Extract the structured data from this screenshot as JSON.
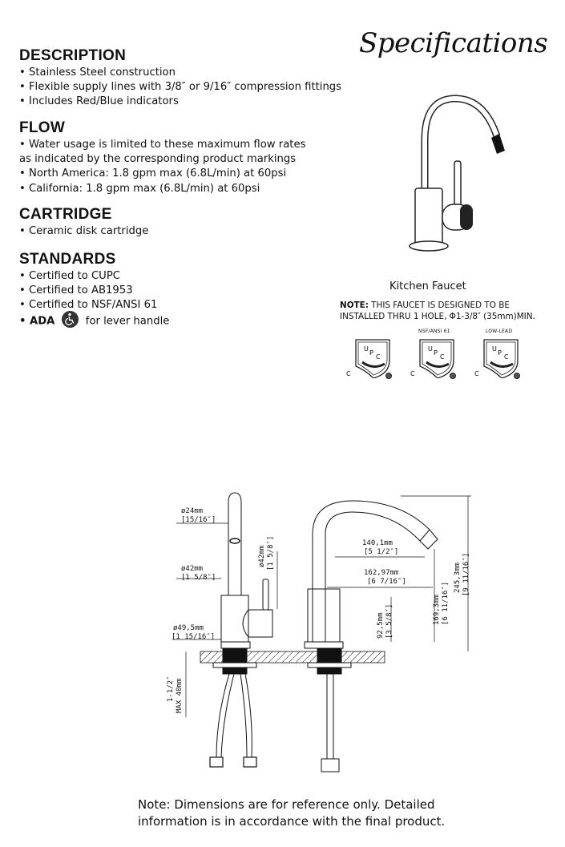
{
  "header": {
    "title": "Specifications"
  },
  "description": {
    "heading": "DESCRIPTION",
    "items": [
      "• Stainless Steel construction",
      "• Flexible supply lines with 3/8″ or 9/16″ compression fittings",
      "• Includes Red/Blue indicators"
    ]
  },
  "flow": {
    "heading": "FLOW",
    "items": [
      "• Water usage is limited to these maximum flow rates",
      "as indicated by the corresponding product markings",
      "•  North America: 1.8 gpm max (6.8L/min) at 60psi",
      "•  California: 1.8 gpm max (6.8L/min) at 60psi"
    ]
  },
  "cartridge": {
    "heading": "CARTRIDGE",
    "items": [
      "• Ceramic disk cartridge"
    ]
  },
  "standards": {
    "heading": "STANDARDS",
    "items": [
      "• Certified to CUPC",
      "• Certified to AB1953",
      "• Certified to NSF/ANSI 61"
    ],
    "ada_label": "• ADA",
    "ada_suffix": "for lever handle"
  },
  "product": {
    "name": "Kitchen Faucet",
    "note_label": "NOTE:",
    "note_line1": " THIS FAUCET IS DESIGNED TO BE",
    "note_line2": "INSTALLED THRU 1 HOLE, Φ1-3/8″ (35mm)MIN."
  },
  "certifications": [
    {
      "label": "",
      "mark": "UPC",
      "c": "C"
    },
    {
      "label": "NSF/ANSI 61",
      "mark": "UPC",
      "c": "C"
    },
    {
      "label": "LOW-LEAD",
      "mark": "UPC",
      "c": "C"
    }
  ],
  "dimensions": {
    "d24": "ø24mm",
    "d24_in": "[15/16″]",
    "d42": "ø42mm",
    "d42_in": "[1 5/8″]",
    "d42v": "ø42mm",
    "d42v_in": "[1 5/8″]",
    "d495": "ø49,5mm",
    "d495_in": "[1 15/16″]",
    "reach": "140,1mm",
    "reach_in": "[5 1/2″]",
    "spread": "162,97mm",
    "spread_in": "[6 7/16″]",
    "h925": "92,5mm",
    "h925_in": "[3 5/8″]",
    "h1693": "169,3mm",
    "h1693_in": "[6 11/16″]",
    "h2453": "245,3mm",
    "h2453_in": "[9 11/16″]",
    "deck": "1-1/2″",
    "deck_max": "MAX 40mm"
  },
  "footer": {
    "line1": "Note: Dimensions are for reference only. Detailed",
    "line2": "information is in accordance with the final product."
  }
}
